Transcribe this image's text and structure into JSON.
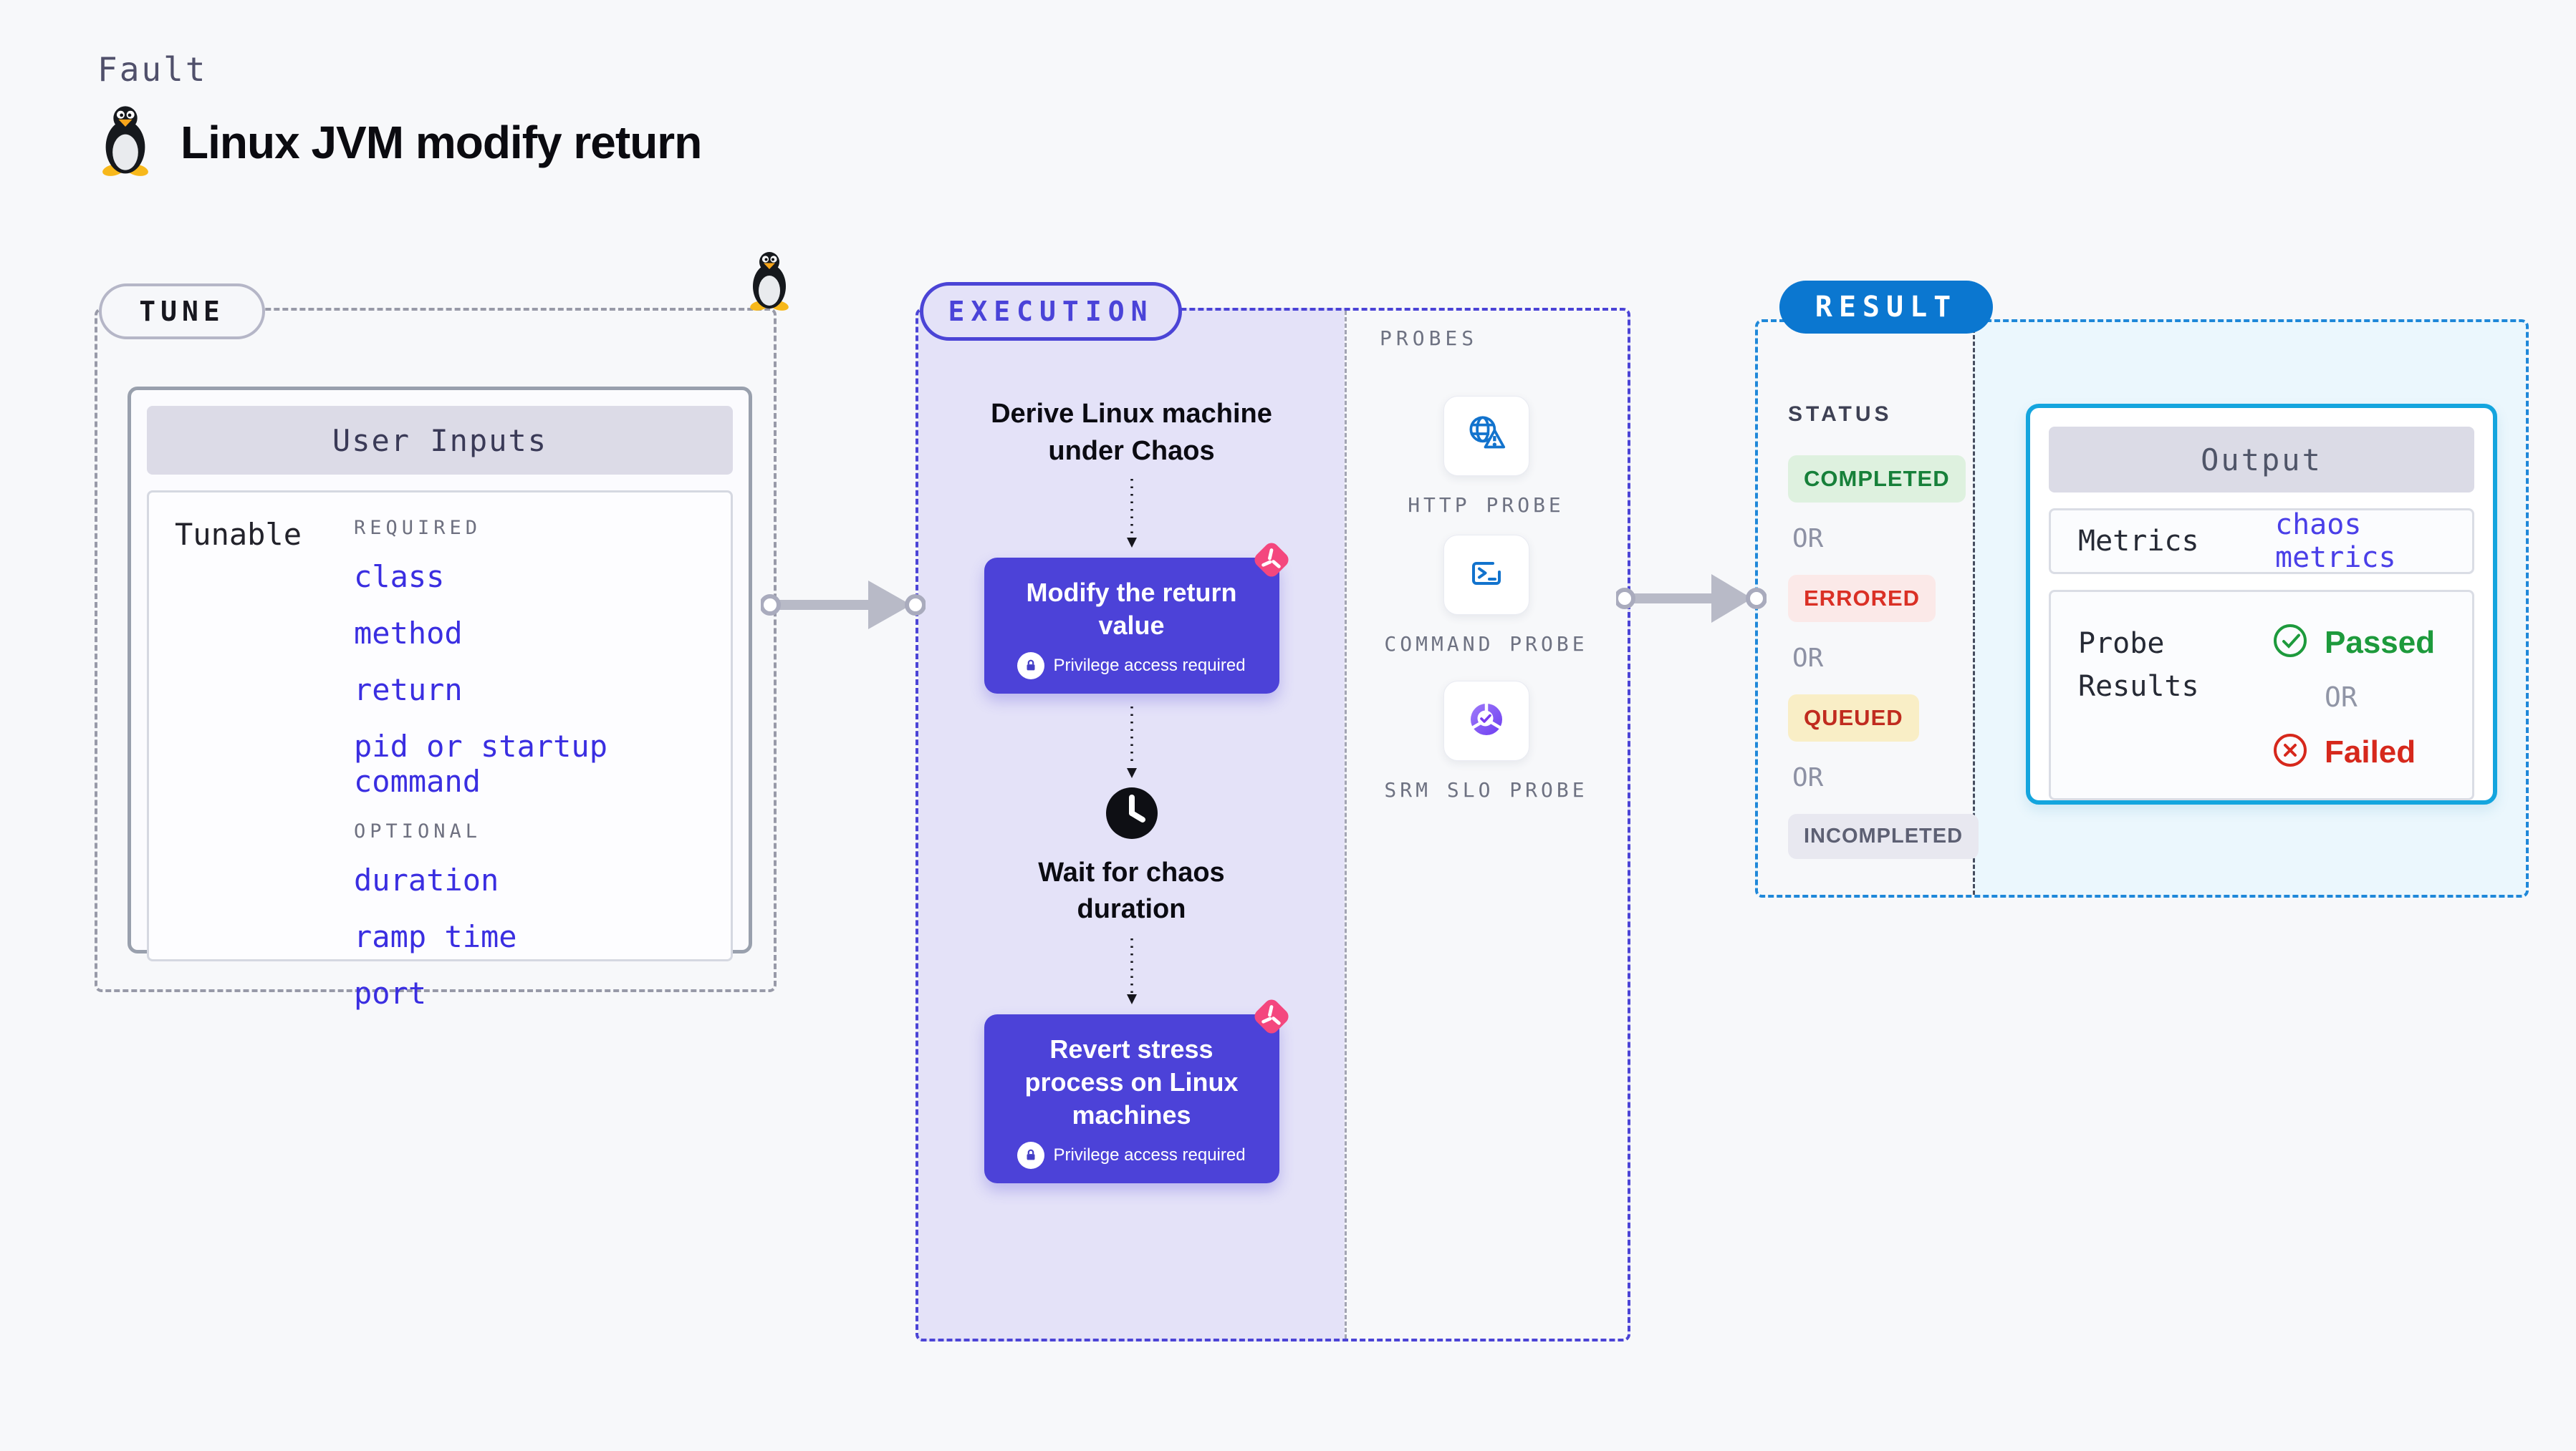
{
  "page": {
    "kicker": "Fault",
    "title": "Linux JVM modify return"
  },
  "tune": {
    "label": "TUNE",
    "card": {
      "header": "User Inputs",
      "row_label": "Tunable",
      "groups": [
        {
          "heading": "REQUIRED",
          "items": [
            "class",
            "method",
            "return",
            "pid or startup command"
          ]
        },
        {
          "heading": "OPTIONAL",
          "items": [
            "duration",
            "ramp time",
            "port"
          ]
        }
      ]
    }
  },
  "execution": {
    "label": "EXECUTION",
    "flow": {
      "step1": "Derive Linux machine under Chaos",
      "action1": {
        "title": "Modify the return value",
        "badge": "Privilege access required"
      },
      "wait": "Wait for chaos duration",
      "action2": {
        "title": "Revert stress process on Linux machines",
        "badge": "Privilege access required"
      }
    },
    "probes": {
      "heading": "PROBES",
      "items": [
        {
          "label": "HTTP PROBE",
          "icon": "globe-alert-icon"
        },
        {
          "label": "COMMAND PROBE",
          "icon": "terminal-icon"
        },
        {
          "label": "SRM SLO PROBE",
          "icon": "slo-gauge-icon"
        }
      ]
    }
  },
  "result": {
    "label": "RESULT",
    "status": {
      "heading": "STATUS",
      "or": "OR",
      "items": [
        {
          "label": "COMPLETED",
          "type": "success"
        },
        {
          "label": "ERRORED",
          "type": "error"
        },
        {
          "label": "QUEUED",
          "type": "warning"
        },
        {
          "label": "INCOMPLETED",
          "type": "neutral"
        }
      ]
    },
    "output": {
      "header": "Output",
      "metrics_label": "Metrics",
      "metrics_value": "chaos metrics",
      "probe_results_label": "Probe Results",
      "passed": "Passed",
      "or": "OR",
      "failed": "Failed"
    }
  },
  "colors": {
    "page_bg": "#f7f8fa",
    "indigo_accent": "#4b44d6",
    "execution_bg": "#e4e2f8",
    "action_box": "#4c42d8",
    "pink_chaos": "#f4477e",
    "result_blue": "#0b77d0",
    "result_dash": "#1f88d9",
    "result_bg": "#ebf7fd",
    "output_border": "#14a5de",
    "link_blue": "#3a2ee1",
    "probe_icon_blue": "#1273cd",
    "success_green": "#17803a",
    "error_red": "#da3025",
    "warning_bg": "#f9eec6",
    "passed_green": "#1d9a3c",
    "failed_red": "#d6281c"
  }
}
